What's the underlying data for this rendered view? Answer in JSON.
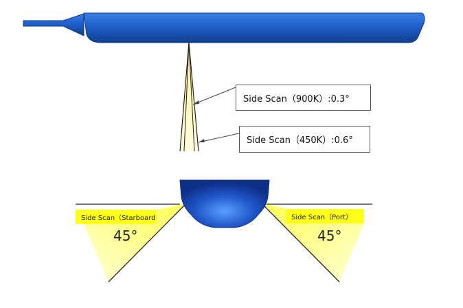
{
  "labels": {
    "beam_900k": "Side Scan（900K）:0.3°",
    "beam_450k": "Side Scan（450K）:0.6°",
    "starboard_tag": "Side Scan（Starboard",
    "port_tag": "Side Scan（Port）",
    "starboard_angle": "45°",
    "port_angle": "45°"
  },
  "colors": {
    "hull_blue": "#1f5fc9",
    "hull_dark": "#123f8f",
    "beam_yellow": "#ffff66",
    "tag_yellow": "#ffff1a"
  }
}
